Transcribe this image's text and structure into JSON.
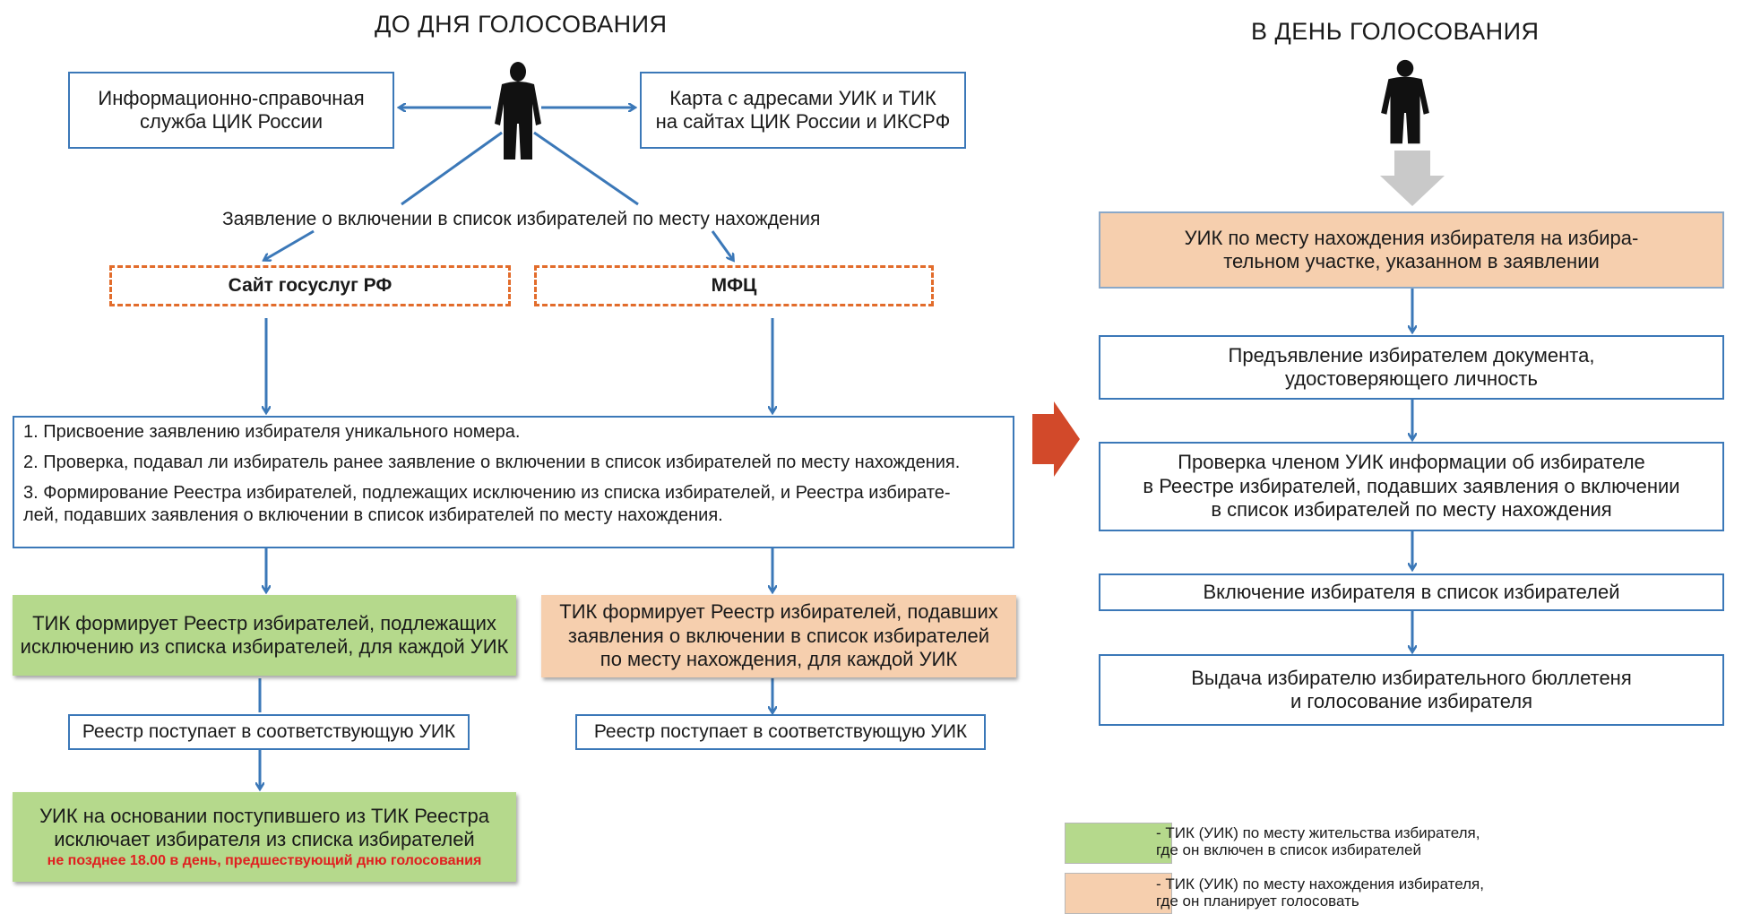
{
  "left_heading": "ДО ДНЯ ГОЛОСОВАНИЯ",
  "right_heading": "В ДЕНЬ ГОЛОСОВАНИЯ",
  "info_service": "Информационно-справочная\nслужба ЦИК России",
  "map_box": "Карта с адресами УИК и ТИК\nна сайтах ЦИК России и ИКСРФ",
  "application_label": "Заявление о включении в список избирателей по месту нахождения",
  "gosuslugi": "Сайт госуслуг РФ",
  "mfc": "МФЦ",
  "steps": [
    "1. Присвоение заявлению избирателя уникального номера.",
    "2. Проверка, подавал ли избиратель ранее заявление о включении в список избирателей по месту нахождения.",
    "3. Формирование Реестра избирателей, подлежащих исключению из списка избирателей, и Реестра избирате-\nлей, подавших заявления о включении в список избирателей по месту нахождения."
  ],
  "tik_green": "ТИК формирует Реестр избирателей, подлежащих\nисключению из списка избирателей, для каждой УИК",
  "tik_peach": "ТИК формирует Реестр избирателей, подавших\nзаявления о включении в список избирателей\nпо месту нахождения, для каждой УИК",
  "registry_left": "Реестр поступает в соответствующую УИК",
  "registry_right": "Реестр поступает в соответствующую УИК",
  "uik_exclude": "УИК на основании поступившего из ТИК Реестра\nисключает избирателя из списка избирателей",
  "uik_exclude_deadline": "не позднее 18.00 в день, предшествующий дню голосования",
  "day_steps": [
    "УИК по месту нахождения избирателя на избира-\nтельном участке, указанном в заявлении",
    "Предъявление избирателем документа,\nудостоверяющего личность",
    "Проверка членом УИК информации об избирателе\nв Реестре избирателей, подавших заявления о включении\nв список избирателей по месту нахождения",
    "Включение избирателя в список избирателей",
    "Выдача избирателю избирательного бюллетеня\nи голосование избирателя"
  ],
  "legend": [
    {
      "text": "- ТИК (УИК) по месту жительства избирателя,\nгде он включен в список избирателей",
      "color": "#b5d98c"
    },
    {
      "text": "- ТИК (УИК) по месту нахождения избирателя,\nгде он планирует голосовать",
      "color": "#f6cfae"
    }
  ],
  "colors": {
    "arrow": "#3b78b8",
    "dashed": "#e26c2b",
    "transition_arrow": "#d2492a",
    "down_arrow": "#c9c9c9"
  }
}
